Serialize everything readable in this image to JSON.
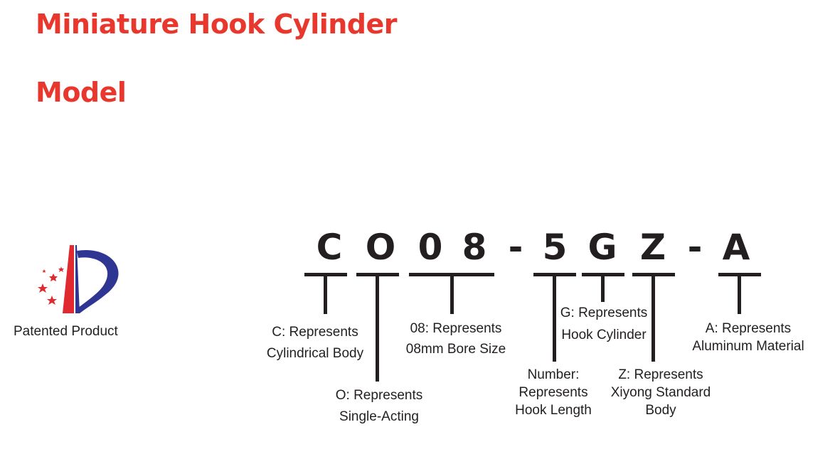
{
  "header": {
    "title": "Miniature Hook Cylinder",
    "subtitle": "Model"
  },
  "logo": {
    "caption": "Patented Product",
    "colors": {
      "red": "#e02a2f",
      "blue": "#2e3592"
    }
  },
  "model_code": {
    "characters": [
      "C",
      "O",
      "0",
      "8",
      "-",
      "5",
      "G",
      "Z",
      "-",
      "A"
    ]
  },
  "segments": [
    {
      "id": "c",
      "lines": [
        "C: Represents",
        "Cylindrical Body"
      ]
    },
    {
      "id": "o",
      "lines": [
        "O: Represents",
        "Single-Acting"
      ]
    },
    {
      "id": "08",
      "lines": [
        "08: Represents",
        "08mm Bore Size"
      ]
    },
    {
      "id": "number",
      "lines": [
        "Number:",
        "Represents",
        "Hook Length"
      ]
    },
    {
      "id": "g",
      "lines": [
        "G: Represents",
        "Hook Cylinder"
      ]
    },
    {
      "id": "z",
      "lines": [
        "Z: Represents",
        "Xiyong Standard",
        "Body"
      ]
    },
    {
      "id": "a",
      "lines": [
        "A: Represents",
        "Aluminum Material"
      ]
    }
  ],
  "colors": {
    "heading": "#e8372d",
    "text": "#231f20"
  }
}
